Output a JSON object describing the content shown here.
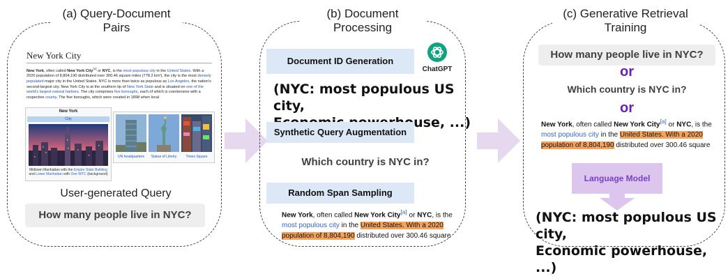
{
  "panel_a": {
    "title": "(a) Query-Document\nPairs",
    "wiki_title": "New York City",
    "wiki_text": {
      "p1_name": "New York",
      "p1_a": ", often called ",
      "p1_nyc_city": "New York City",
      "p1_sup": "[a]",
      "p1_or": " or ",
      "p1_nyc": "NYC",
      "p1_b": ", is the ",
      "p1_link1": "most populous city",
      "p1_c": " in the ",
      "p1_link2": "United States",
      "p1_d": ". With a 2020 population of 8,804,190 distributed over 300.46 square miles (778.2 km²), the city is the most ",
      "p1_link3": "densely populated",
      "p1_e": " major city in the United States. NYC is more than twice as populous as ",
      "p1_link4": "Los Angeles",
      "p1_f": ", the nation's second-largest city. New York City is at the southern tip of ",
      "p1_link5": "New York State",
      "p1_g": " and is situated on ",
      "p1_link6": "one of the world's largest natural harbors",
      "p1_h": ". The city comprises ",
      "p1_link7": "five boroughs",
      "p1_i": ", each of which is coextensive with a respective ",
      "p1_link8": "county",
      "p1_j": ". The five boroughs, which were created in 1898 when local"
    },
    "infobox_title": "New York",
    "infobox_sub": "City",
    "infobox_caption_a": "Midtown Manhattan with the ",
    "infobox_caption_link1": "Empire State Building",
    "infobox_caption_b": " and ",
    "infobox_caption_link2": "Lower Manhattan",
    "infobox_caption_c": " with ",
    "infobox_caption_link3": "One WTC",
    "infobox_caption_d": " (background)",
    "photo_captions": [
      "UN headquarters",
      "Statue of Liberty",
      "Times Square"
    ],
    "user_query_label": "User-generated Query",
    "user_query": "How many people live in NYC?"
  },
  "panel_b": {
    "title": "(b) Document\nProcessing",
    "docid_label": "Document ID Generation",
    "chatgpt_label": "ChatGPT",
    "docid_text": "(NYC: most populous US city,\nEconomic powerhouse, ...)",
    "synthetic_label": "Synthetic Query Augmentation",
    "synthetic_query": "Which country is NYC in?",
    "span_label": "Random Span Sampling",
    "span": {
      "name": "New York",
      "a": ", often called ",
      "city": "New York City",
      "sup": "[a]",
      "or": " or ",
      "nyc": "NYC",
      "b": ", is the",
      "link": "most populous city",
      "c": " in the ",
      "hl1": "United States. With a 2020",
      "hl2": "population of 8,804,190",
      "d": " distributed over 300.46 square"
    }
  },
  "panel_c": {
    "title": "(c) Generative Retrieval\nTraining",
    "query1": "How many people live in NYC?",
    "or1": "or",
    "query2": "Which country is NYC in?",
    "or2": "or",
    "span": {
      "name": "New York",
      "a": ", often called ",
      "city": "New York City",
      "sup": "[a]",
      "or": " or ",
      "nyc": "NYC",
      "b": ", is the",
      "link": "most populous city",
      "c": " in the ",
      "hl1": "United States. With a 2020",
      "hl2": "population of 8,804,190",
      "d": " distributed over 300.46 square"
    },
    "lm_label": "Language Model",
    "output": "(NYC: most populous US city,\nEconomic powerhouse, ...)"
  },
  "colors": {
    "accent_purple": "#6a1fb8",
    "arrow": "#e6d8ee",
    "lm_box": "#dcc6ee",
    "lm_text": "#7a3fc8",
    "label_blue": "#dde8f6",
    "highlight": "#f5a35a",
    "chatgpt_green": "#10a37f"
  }
}
